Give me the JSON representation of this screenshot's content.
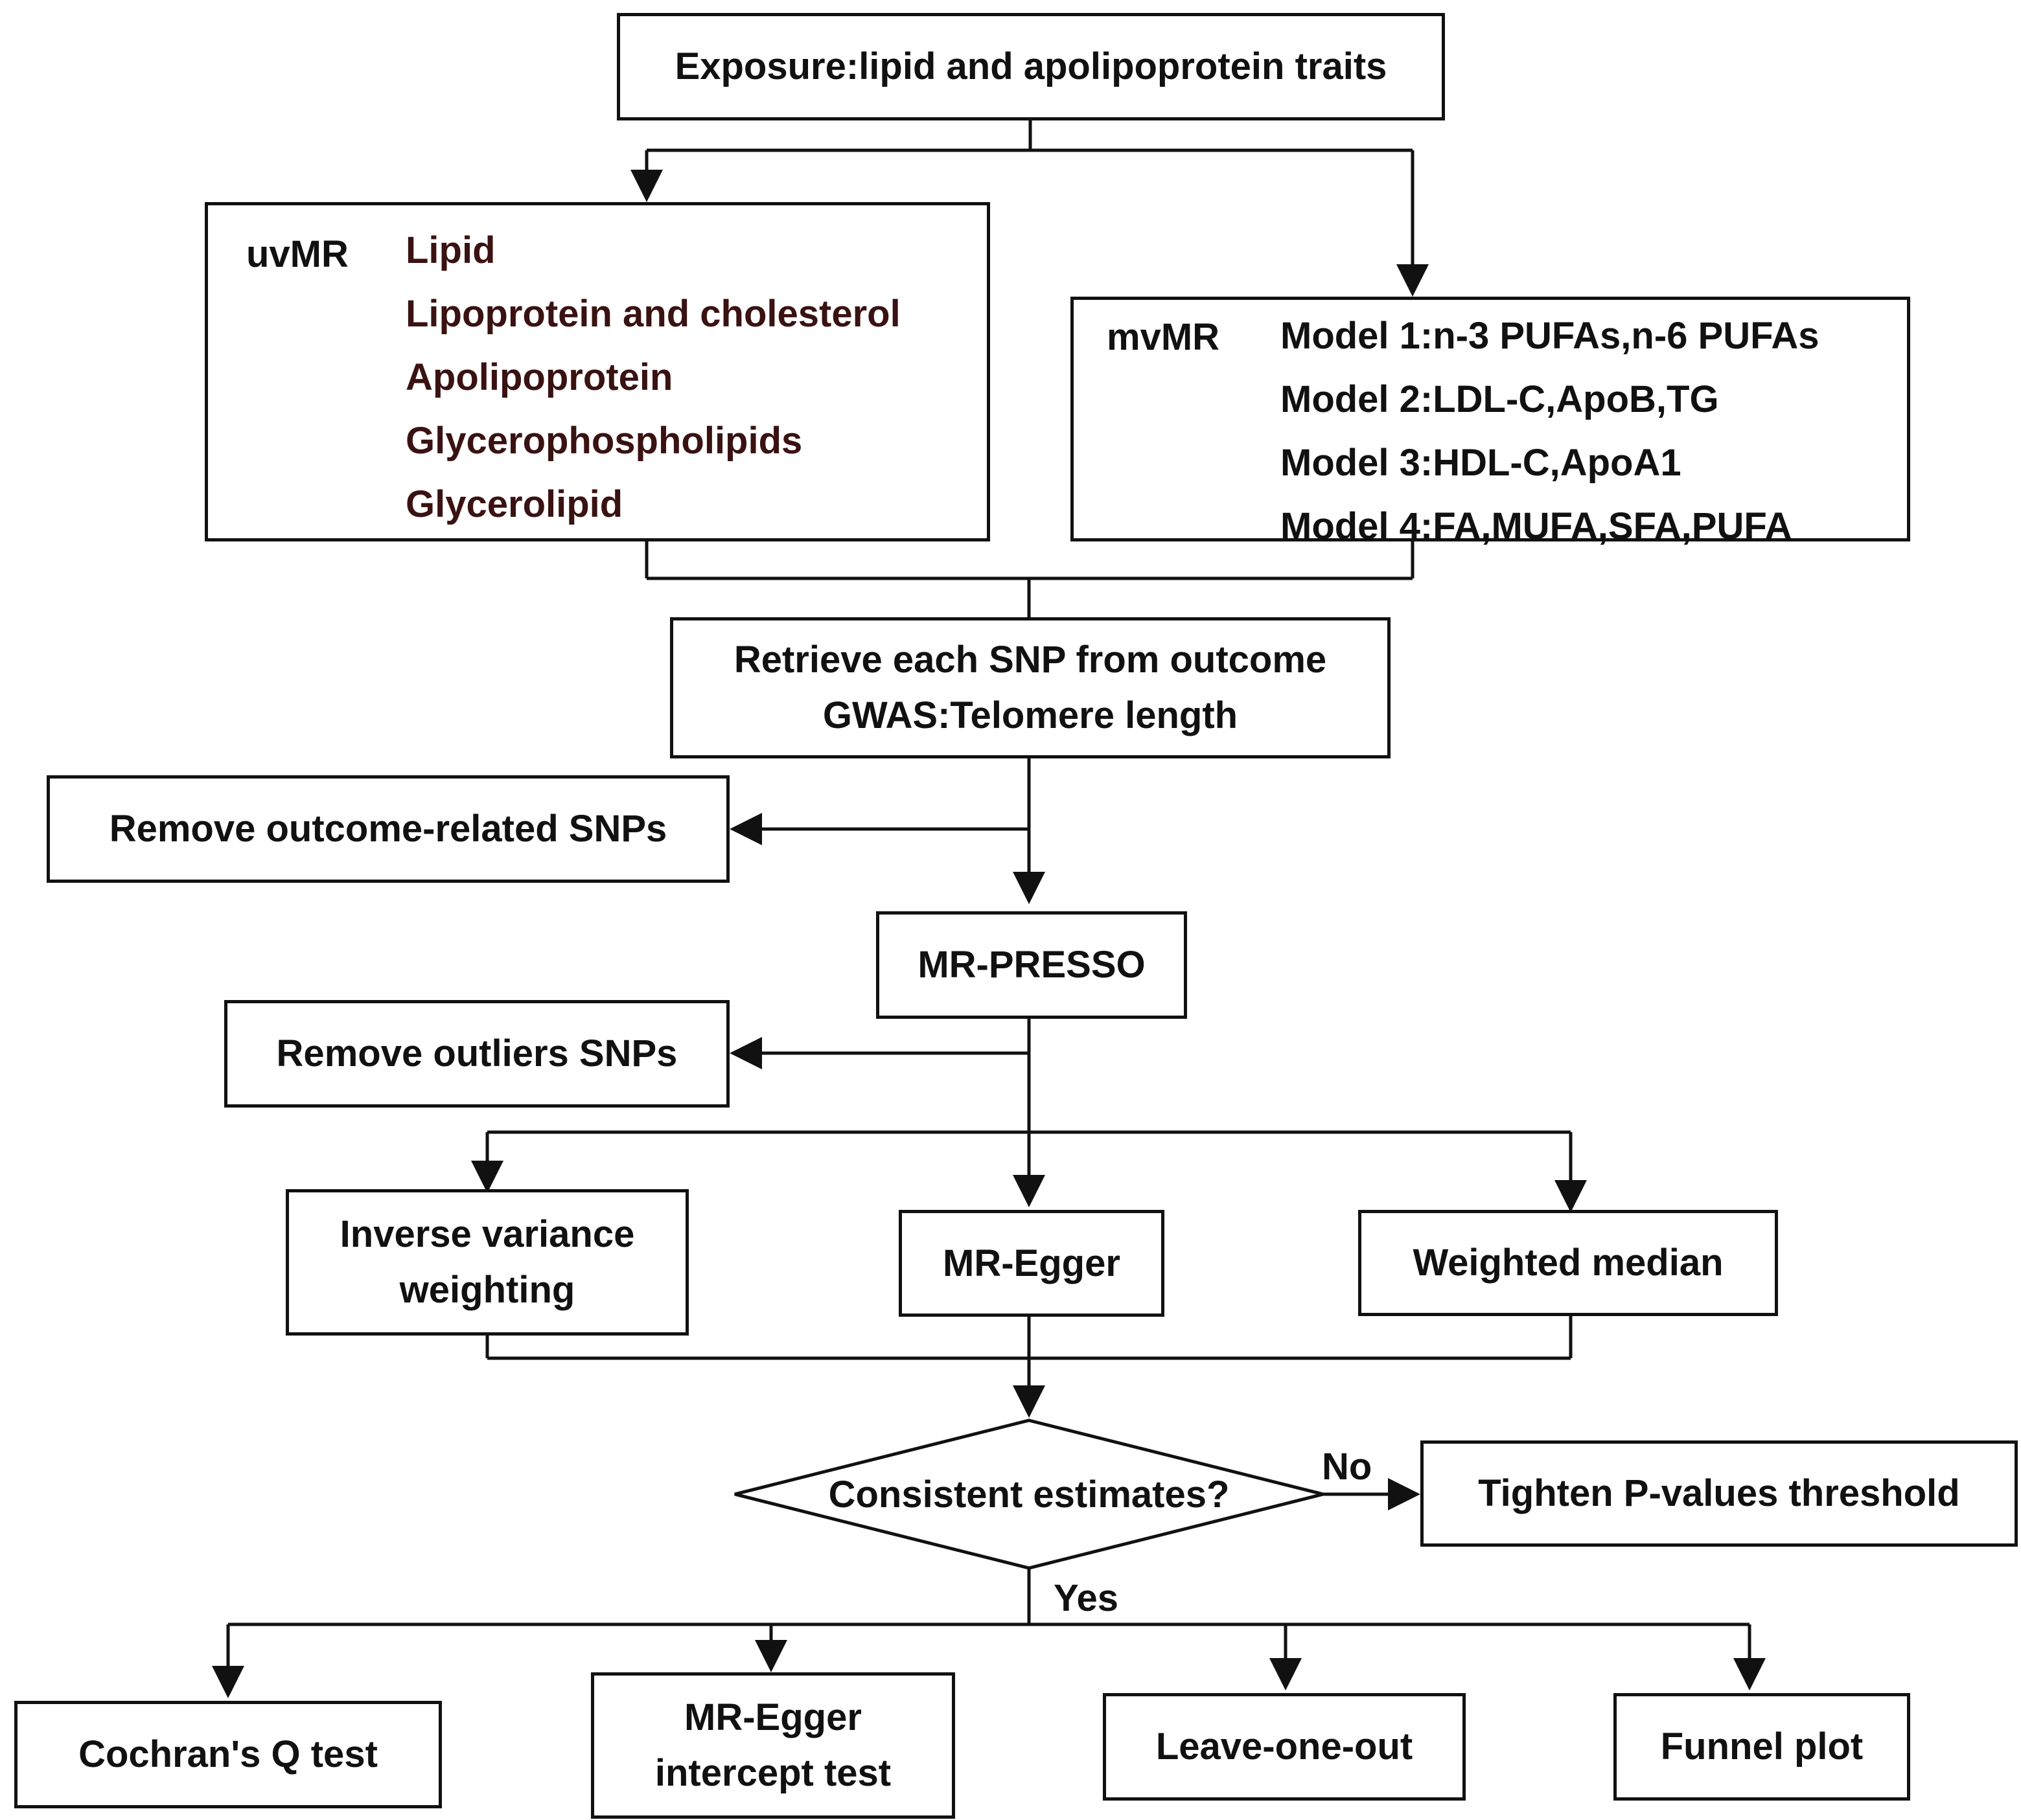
{
  "exposure": "Exposure:lipid and apolipoprotein traits",
  "uvmr": {
    "label": "uvMR",
    "items": [
      "Lipid",
      "Lipoprotein and cholesterol",
      "Apolipoprotein",
      "Glycerophospholipids",
      "Glycerolipid"
    ]
  },
  "mvmr": {
    "label": "mvMR",
    "items": [
      "Model 1:n-3 PUFAs,n-6 PUFAs",
      "Model 2:LDL-C,ApoB,TG",
      "Model 3:HDL-C,ApoA1",
      "Model 4:FA,MUFA,SFA,PUFA"
    ]
  },
  "retrieve": [
    "Retrieve each SNP from outcome",
    "GWAS:Telomere length"
  ],
  "remove_outcome": "Remove outcome-related SNPs",
  "mr_presso": "MR-PRESSO",
  "remove_outliers": "Remove outliers SNPs",
  "ivw": [
    "Inverse variance",
    "weighting"
  ],
  "mr_egger": "MR-Egger",
  "weighted_median": "Weighted median",
  "decision": "Consistent estimates?",
  "no_label": "No",
  "yes_label": "Yes",
  "tighten": "Tighten P-values threshold",
  "cochran": "Cochran's Q test",
  "egger_intercept": [
    "MR-Egger",
    "intercept test"
  ],
  "leave_one_out": "Leave-one-out",
  "funnel": "Funnel plot"
}
